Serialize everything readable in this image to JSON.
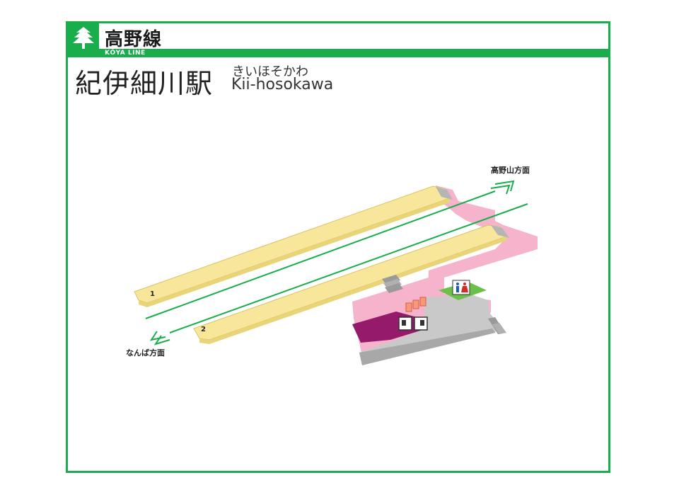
{
  "header": {
    "line_name_jp": "高野線",
    "line_name_en": "KŌYA LINE"
  },
  "station": {
    "name_jp": "紀伊細川駅",
    "name_kana": "きいほそかわ",
    "name_en": "Kii-hosokawa"
  },
  "map": {
    "direction_up": "高野山方面",
    "direction_down": "なんば方面",
    "platforms": [
      "1",
      "2"
    ],
    "icons": [
      "toilet-icon",
      "ticket-gate-icon",
      "ticket-machine-icon",
      "stairs-icon"
    ],
    "colors": {
      "line_green": "#19ad4b",
      "platform_yellow": "#f8e79a",
      "concourse_pink": "#f6b3cc",
      "ticket_area_purple": "#951a6b",
      "floor_gray": "#c9c9c9",
      "toilet_green": "#6cc04a"
    }
  }
}
